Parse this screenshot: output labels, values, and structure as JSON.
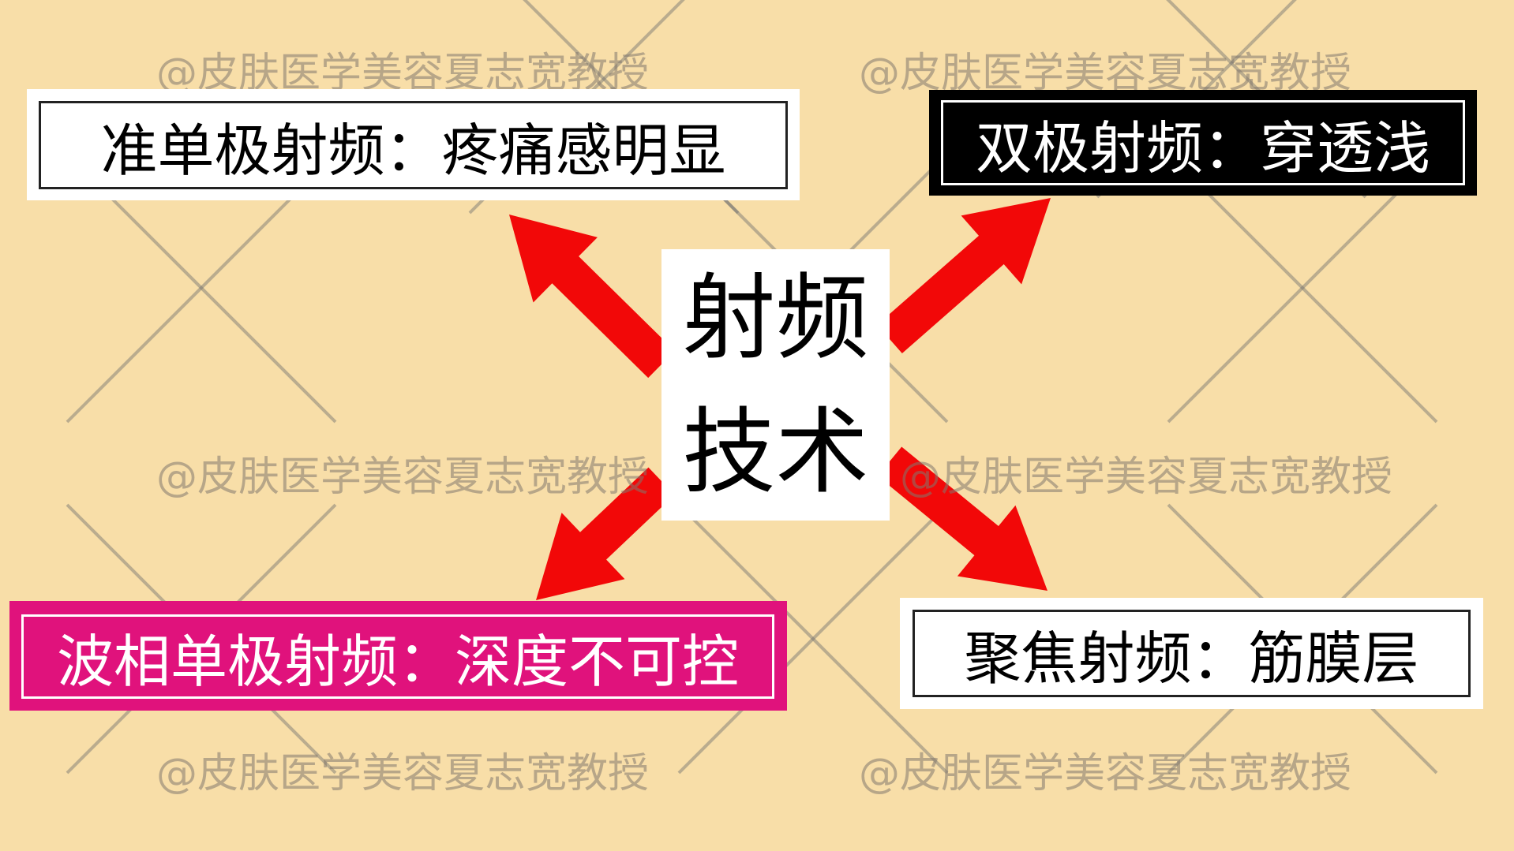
{
  "colors": {
    "background": "#F8DEA8",
    "arrow": "#F20808",
    "pink": "#E0127C",
    "black": "#000000",
    "white": "#FFFFFF"
  },
  "watermark": "@皮肤医学美容夏志宽教授",
  "center": {
    "line1": "射频",
    "line2": "技术"
  },
  "boxes": {
    "top_left": {
      "text": "准单极射频：疼痛感明显"
    },
    "top_right": {
      "text": "双极射频：穿透浅"
    },
    "bottom_left": {
      "text": "波相单极射频：深度不可控"
    },
    "bottom_right": {
      "text": "聚焦射频：筋膜层"
    }
  }
}
